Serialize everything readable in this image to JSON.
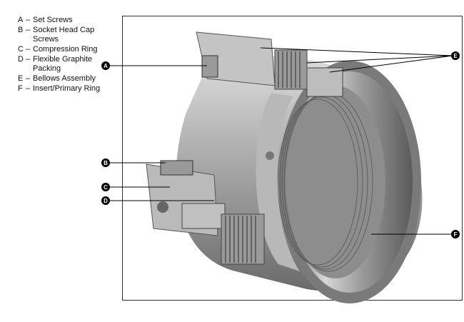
{
  "legend": [
    {
      "key": "A",
      "label": "Set Screws"
    },
    {
      "key": "B",
      "label": "Socket Head Cap Screws"
    },
    {
      "key": "C",
      "label": "Compression Ring"
    },
    {
      "key": "D",
      "label": "Flexible Graphite Packing"
    },
    {
      "key": "E",
      "label": "Bellows Assembly"
    },
    {
      "key": "F",
      "label": "Insert/Primary Ring"
    }
  ],
  "separator": "–",
  "callouts": {
    "a": "A",
    "b": "B",
    "c": "C",
    "d": "D",
    "e": "E",
    "f": "F"
  }
}
